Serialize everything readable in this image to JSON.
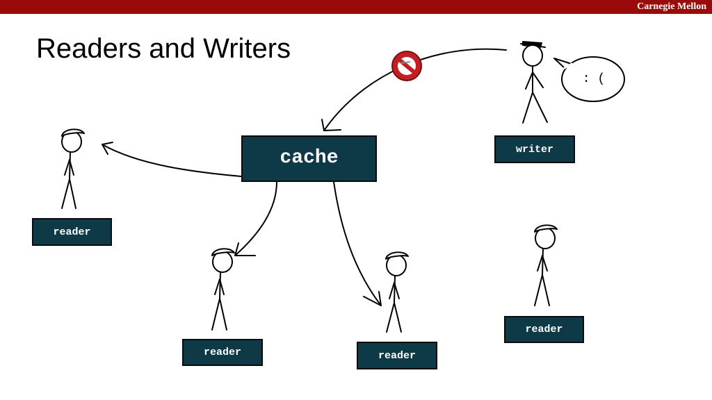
{
  "header": {
    "brand": "Carnegie Mellon",
    "bar_color": "#9a0a0a"
  },
  "slide": {
    "title": "Readers and Writers"
  },
  "diagram": {
    "cache_label": "cache",
    "writer_label": "writer",
    "reader_labels": [
      "reader",
      "reader",
      "reader",
      "reader"
    ],
    "speech_bubble": ": (",
    "box_color": "#0e3a47",
    "blocked_icon": "no-entry-icon"
  }
}
